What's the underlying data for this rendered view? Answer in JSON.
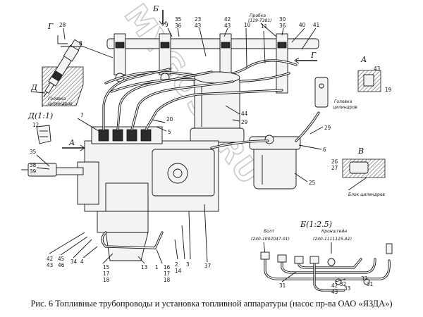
{
  "caption": "Рис. 6 Топливные трубопроводы и установка топливной аппаратуры (насос пр-ва ОАО «ЯЗДА»)",
  "watermark": "MYGOST.RU",
  "views": {
    "b_top": "Б",
    "g_top": "Г",
    "g_right": "Г",
    "a_left": "А",
    "a_right": "А",
    "v_right": "В",
    "d_left": "Д",
    "d_detail": "Д(1:1)",
    "b_scale": "Б(1:2.5)"
  },
  "notes": {
    "golovka_left": [
      "Головка",
      "цилиндров"
    ],
    "golovka_right": [
      "Головка",
      "цилиндров"
    ],
    "blok": "Блок цилиндров",
    "probka": [
      "Пробка",
      "(119-7381)"
    ],
    "bolt": [
      "Болт",
      "(240-1002047-01)"
    ],
    "kronshtein": [
      "Кронштейн",
      "(240-1111125-А1)"
    ]
  },
  "callouts": {
    "n28": "28",
    "n8": "8",
    "n9": "9",
    "n35": "35",
    "n36": "36",
    "n23": "23",
    "n43": "43",
    "n42": "42",
    "n43b": "43",
    "n10": "10",
    "n11": "11",
    "n30": "30",
    "n36b": "36",
    "n40": "40",
    "n41": "41",
    "n43c": "43",
    "n19": "19",
    "n12": "12",
    "n7": "7",
    "n20": "20",
    "n5": "5",
    "n44": "44",
    "n29": "29",
    "n29b": "29",
    "n6": "6",
    "n35b": "35",
    "n38": "38",
    "n39": "39",
    "n26": "26",
    "n27": "27",
    "n25": "25",
    "n42b": "42",
    "n43d": "43",
    "n45": "45",
    "n46": "46",
    "n34": "34",
    "n15": "15",
    "n17": "17",
    "n18": "18",
    "n13": "13",
    "n1": "1",
    "n16": "16",
    "n17b": "17",
    "n18b": "18",
    "n2": "2",
    "n14": "14",
    "n3": "3",
    "n4": "4",
    "n37": "37",
    "n31": "31",
    "n42c": "42",
    "n43e": "43",
    "n33": "33",
    "n31b": "31",
    "n32": "32",
    "n33b": "33"
  }
}
